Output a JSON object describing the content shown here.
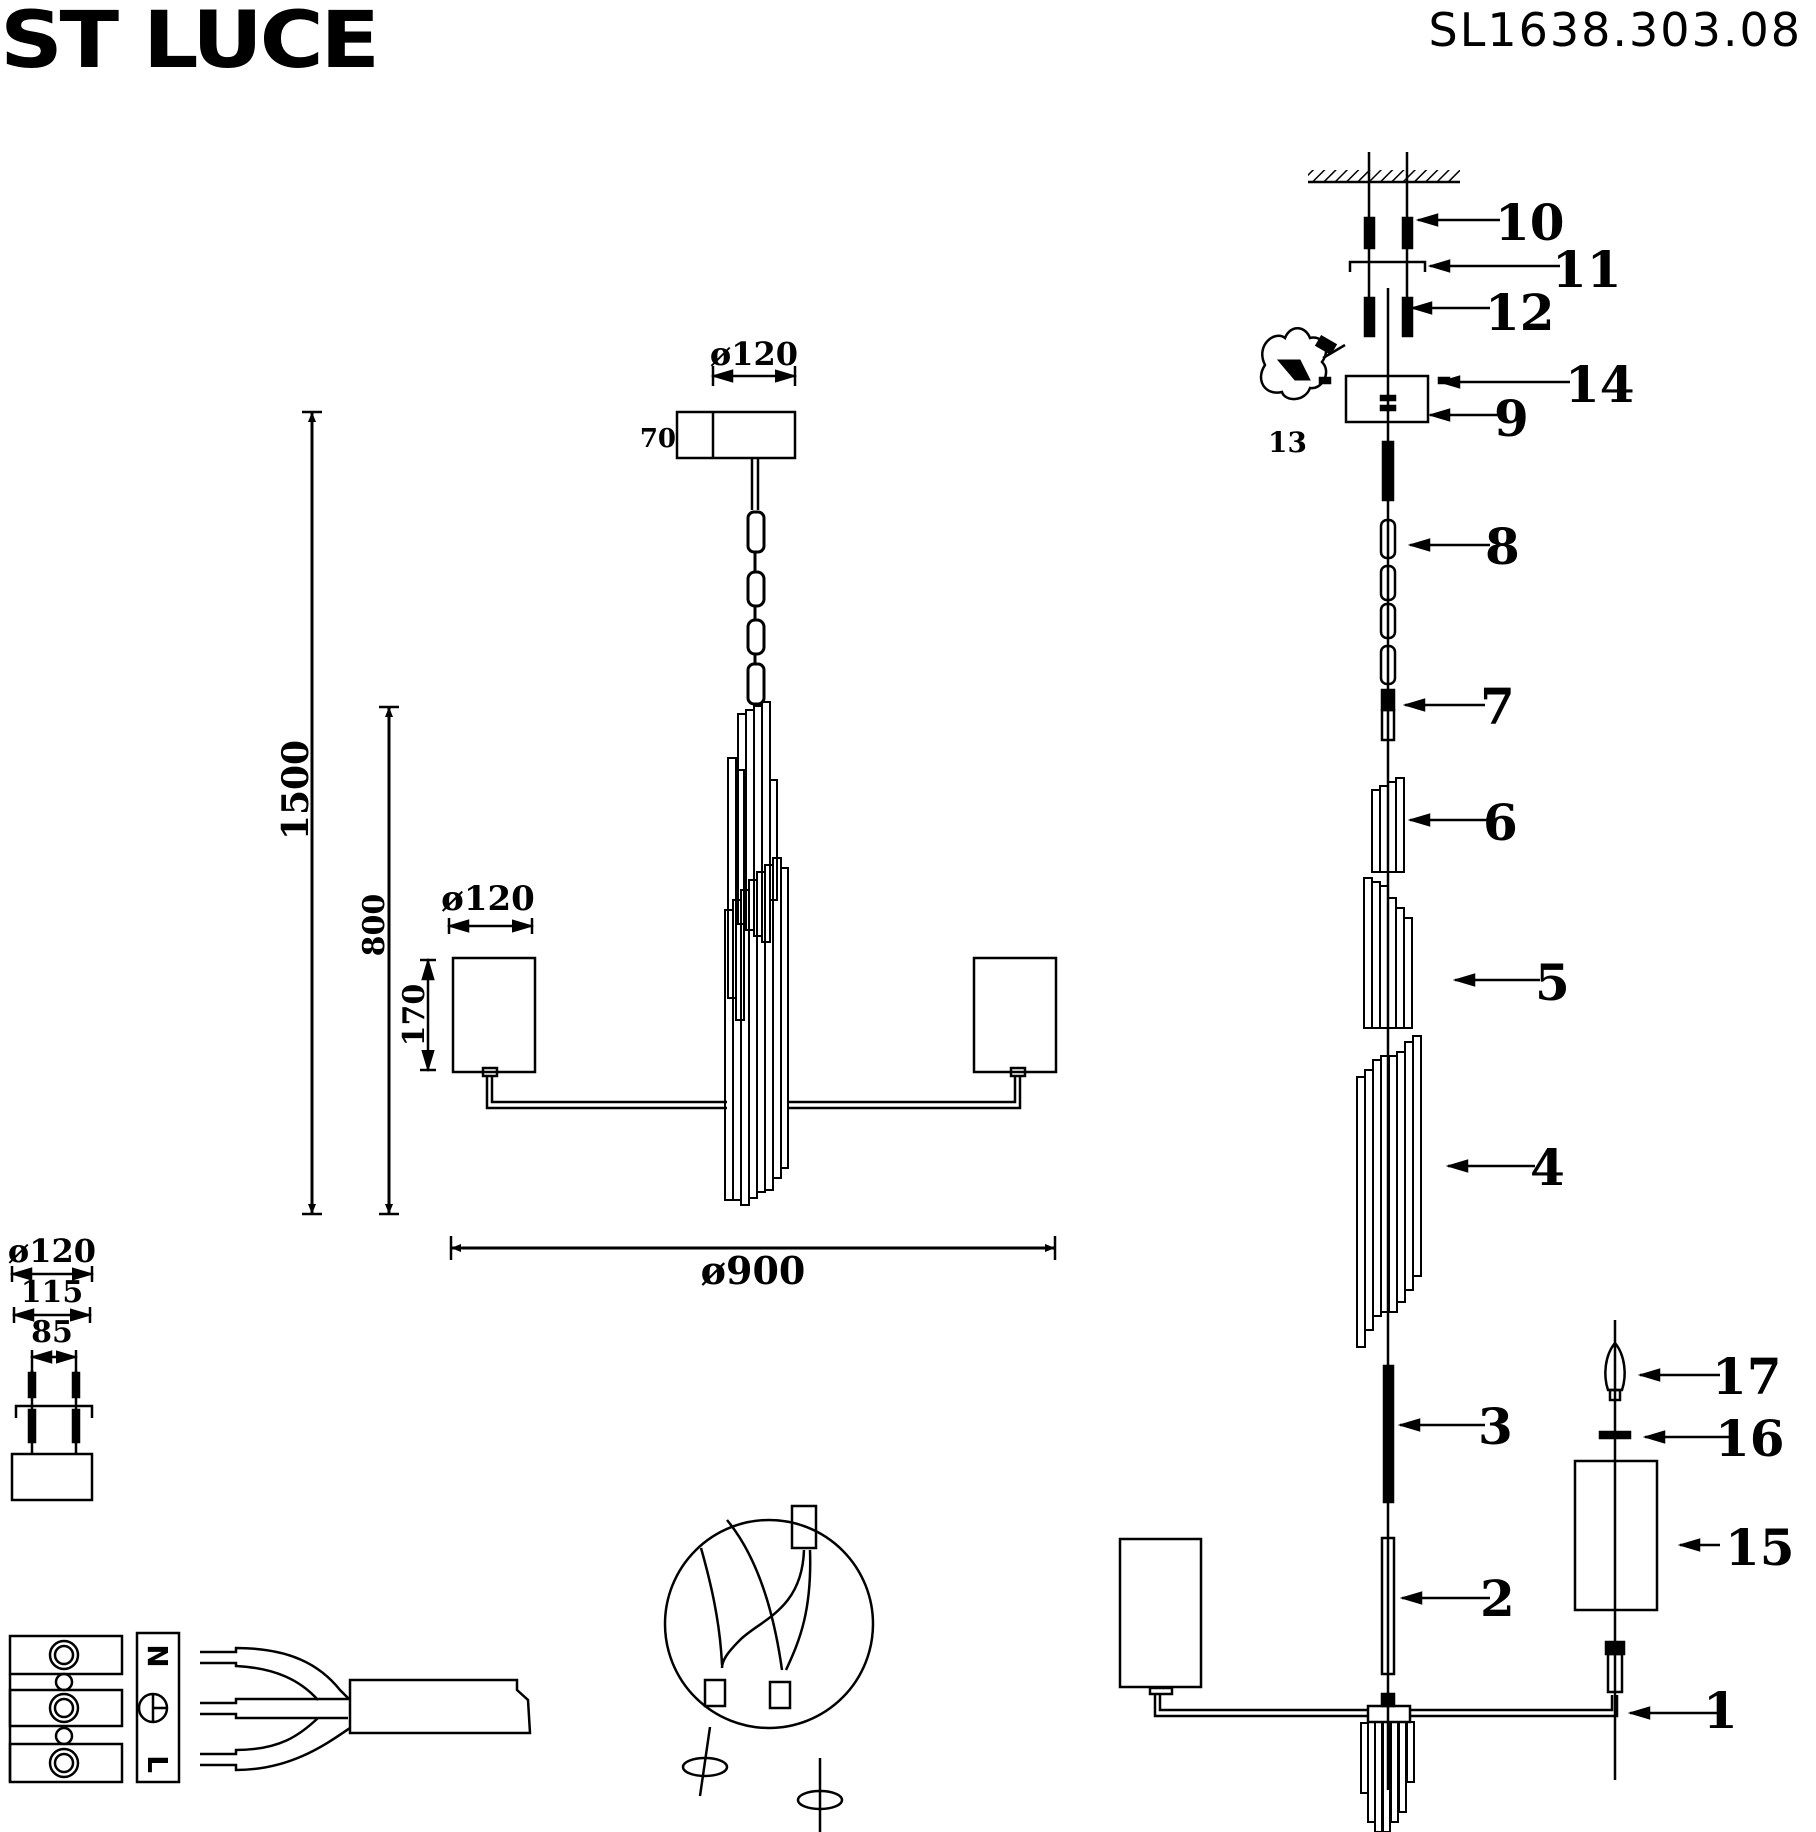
{
  "header": {
    "brand": "ST LUCE",
    "model_number": "SL1638.303.08"
  },
  "dimensions": {
    "canopy_diameter": "ø120",
    "canopy_height": "70",
    "total_height": "1500",
    "body_height": "800",
    "shade_diameter": "ø120",
    "shade_height": "170",
    "overall_diameter": "ø900"
  },
  "mounting_detail": {
    "outer_diameter": "ø120",
    "bracket_width": "115",
    "screw_spacing": "85"
  },
  "wiring": {
    "terminal_labels": [
      "N",
      "⏚",
      "L"
    ]
  },
  "parts": [
    {
      "number": "1"
    },
    {
      "number": "2"
    },
    {
      "number": "3"
    },
    {
      "number": "4"
    },
    {
      "number": "5"
    },
    {
      "number": "6"
    },
    {
      "number": "7"
    },
    {
      "number": "8"
    },
    {
      "number": "9"
    },
    {
      "number": "10"
    },
    {
      "number": "11"
    },
    {
      "number": "12"
    },
    {
      "number": "13"
    },
    {
      "number": "14"
    },
    {
      "number": "15"
    },
    {
      "number": "16"
    },
    {
      "number": "17"
    }
  ]
}
